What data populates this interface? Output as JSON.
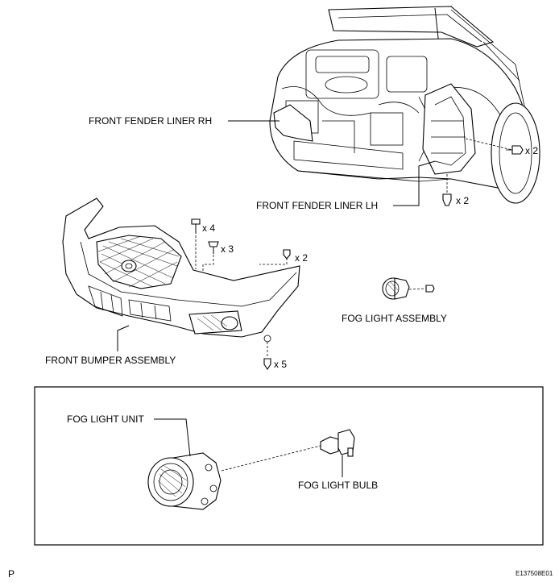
{
  "labels": {
    "front_fender_liner_rh": "FRONT FENDER LINER RH",
    "front_fender_liner_lh": "FRONT FENDER LINER LH",
    "front_bumper_assembly": "FRONT BUMPER ASSEMBLY",
    "fog_light_assembly": "FOG LIGHT ASSEMBLY",
    "fog_light_unit": "FOG LIGHT UNIT",
    "fog_light_bulb": "FOG LIGHT BULB"
  },
  "quantities": {
    "fender_screw_rh": "x 2",
    "fender_clip_lh": "x 2",
    "bumper_bolt_top": "x 4",
    "bumper_screw_top": "x 3",
    "bumper_clip_side": "x 2",
    "bumper_clip_bottom": "x 5"
  },
  "footer": {
    "page_mark": "P",
    "figure_id": "E137508E01"
  }
}
